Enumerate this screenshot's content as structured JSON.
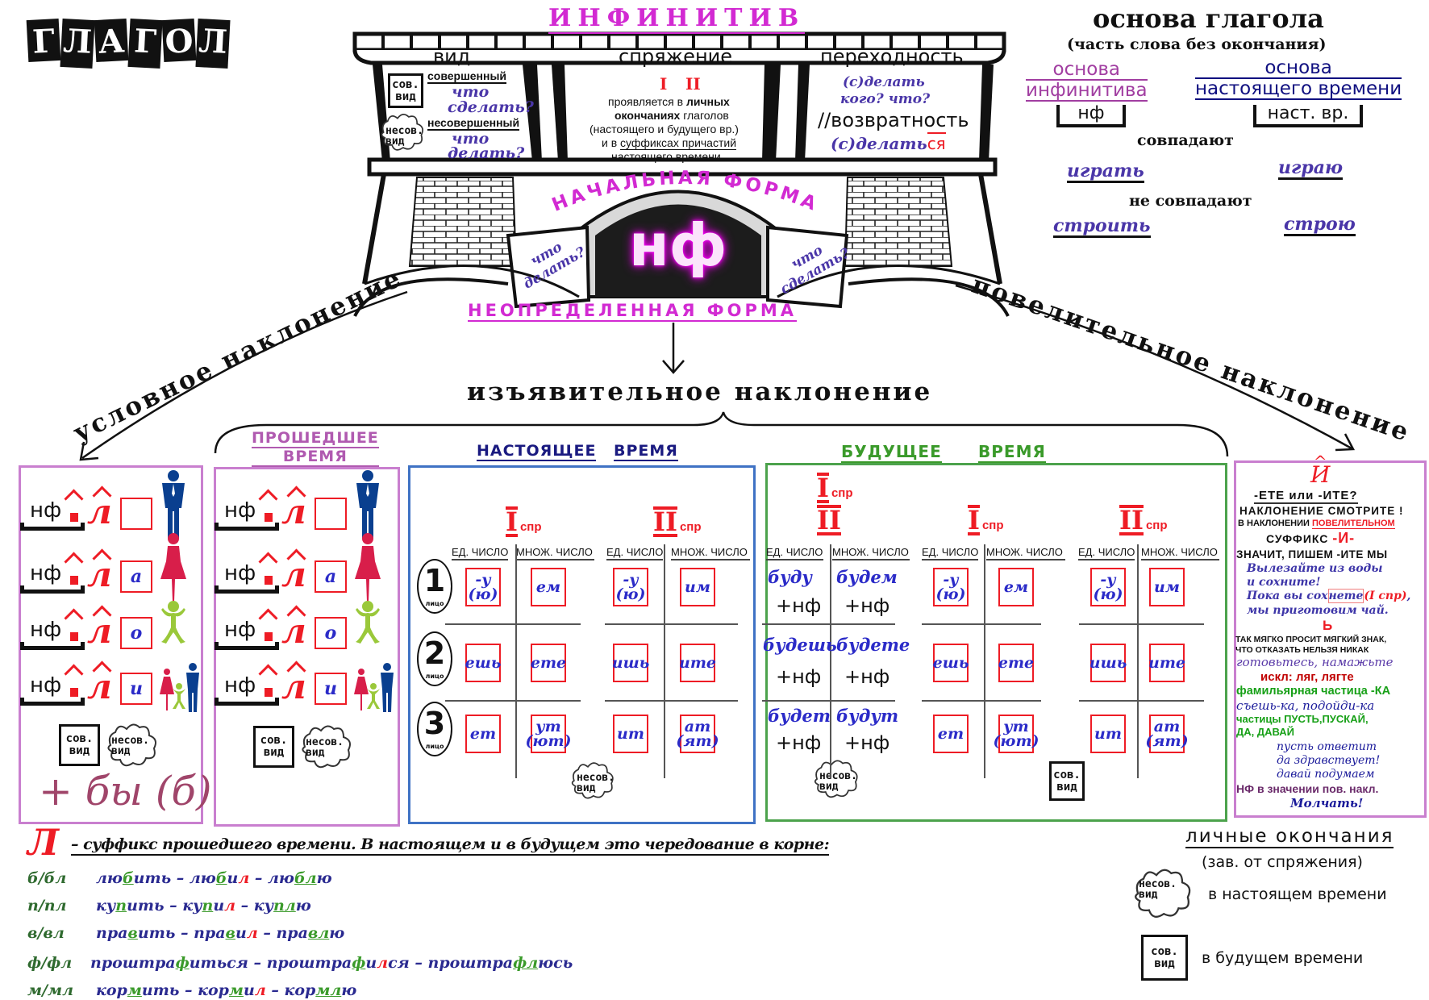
{
  "title": "ГЛАГОЛ",
  "badges": {
    "perf_1": "сов.",
    "perf_2": "вид",
    "imperf_1": "несов.",
    "imperf_2": "вид"
  },
  "infinitive": {
    "title": "ИНФИНИТИВ",
    "aspect": {
      "label": "вид",
      "perfective": "совершенный",
      "perf_q1": "что",
      "perf_q2": "сделать?",
      "imperfective": "несовершенный",
      "imperf_q1": "что",
      "imperf_q2": "делать?"
    },
    "conjugation": {
      "label": "спряжение",
      "num_1": "I",
      "num_2": "II",
      "l1a": "проявляется в",
      "l1b": "личных",
      "l2a": "окончаниях",
      "l2b": "глаголов",
      "l3": "(настоящего и будущего вр.)",
      "l4a": "и в",
      "l4b": "суффиксах причастий",
      "l5": "настоящего времени"
    },
    "transitivity": {
      "label": "переходность",
      "example": "(с)делать",
      "question": "кого? что?",
      "reflexive": "//возвратность",
      "refl_stem": "(с)делать",
      "refl_suffix": "ся"
    },
    "initial_form": "НАЧАЛЬНАЯ ФОРМА",
    "nf": "нф",
    "q_left_1": "что",
    "q_left_2": "делать?",
    "q_right_1": "что",
    "q_right_2": "сделать?",
    "indefinite_form": "НЕОПРЕДЕЛЕННАЯ ФОРМА"
  },
  "stem": {
    "title": "основа глагола",
    "subtitle": "(часть слова без окончания)",
    "inf_1": "основа",
    "inf_2": "инфинитива",
    "inf_short": "нф",
    "pres_1": "основа",
    "pres_2": "настоящего времени",
    "pres_short": "наст. вр.",
    "match": "совпадают",
    "match_inf": "играть",
    "match_pres": "играю",
    "nomatch": "не совпадают",
    "nomatch_inf": "строить",
    "nomatch_pres": "строю"
  },
  "moods": {
    "conditional": "условное наклонение",
    "indicative": "изъявительное наклонение",
    "imperative": "повелительное наклонение"
  },
  "past": {
    "label_1": "ПРОШЕДШЕЕ",
    "label_2": "ВРЕМЯ",
    "nf": "нф",
    "suffix": "л",
    "endings": [
      "",
      "а",
      "о",
      "и"
    ],
    "figures": [
      "man-icon",
      "woman-icon",
      "child-icon",
      "family-icon"
    ],
    "conditional_particle": "+ бы (б)"
  },
  "present": {
    "label_1": "НАСТОЯЩЕЕ",
    "label_2": "ВРЕМЯ",
    "persons": [
      "1",
      "2",
      "3"
    ],
    "person_label": "лицо",
    "sg": "ЕД. ЧИСЛО",
    "pl": "МНОЖ. ЧИСЛО",
    "spr": "спр",
    "groups": [
      {
        "conj": "I",
        "endings": [
          [
            {
              "m": "-у",
              "a": "(ю)"
            },
            {
              "m": "ем"
            }
          ],
          [
            {
              "m": "ешь"
            },
            {
              "m": "ете"
            }
          ],
          [
            {
              "m": "ет"
            },
            {
              "m": "ут",
              "a": "(ют)"
            }
          ]
        ]
      },
      {
        "conj": "II",
        "endings": [
          [
            {
              "m": "-у",
              "a": "(ю)"
            },
            {
              "m": "им"
            }
          ],
          [
            {
              "m": "ишь"
            },
            {
              "m": "ите"
            }
          ],
          [
            {
              "m": "ит"
            },
            {
              "m": "ат",
              "a": "(ят)"
            }
          ]
        ]
      }
    ]
  },
  "future": {
    "label_1": "БУДУЩЕЕ",
    "label_2": "ВРЕМЯ",
    "sg": "ЕД. ЧИСЛО",
    "pl": "МНОЖ. ЧИСЛО",
    "spr": "спр",
    "analytic": {
      "conj_1": "I",
      "conj_2": "II",
      "plus": "+нф",
      "forms": [
        [
          "буду",
          "будем"
        ],
        [
          "будешь",
          "будете"
        ],
        [
          "будет",
          "будут"
        ]
      ]
    },
    "groups": [
      {
        "conj": "I",
        "endings": [
          [
            {
              "m": "-у",
              "a": "(ю)"
            },
            {
              "m": "ем"
            }
          ],
          [
            {
              "m": "ешь"
            },
            {
              "m": "ете"
            }
          ],
          [
            {
              "m": "ет"
            },
            {
              "m": "ут",
              "a": "(ют)"
            }
          ]
        ]
      },
      {
        "conj": "II",
        "endings": [
          [
            {
              "m": "-у",
              "a": "(ю)"
            },
            {
              "m": "им"
            }
          ],
          [
            {
              "m": "ишь"
            },
            {
              "m": "ите"
            }
          ],
          [
            {
              "m": "ит"
            },
            {
              "m": "ат",
              "a": "(ят)"
            }
          ]
        ]
      }
    ]
  },
  "imperative": {
    "top_letter": "И",
    "q": "-ЕТЕ  или  -ИТЕ?",
    "look": "НАКЛОНЕНИЕ СМОТРИТЕ !",
    "in_mood_a": "В НАКЛОНЕНИИ",
    "in_mood_b": "ПОВЕЛИТЕЛЬНОМ",
    "suffix_a": "СУФФИКС",
    "suffix_b": "-И-",
    "so_write": "ЗНАЧИТ, ПИШЕМ  -ИТЕ  МЫ",
    "ex1": "Вылезайте  из  воды",
    "ex2": "и сохните!",
    "ex3a": "Пока  вы  сох",
    "ex3b": "нете",
    "ex3c": "(I спр)",
    "ex3d": ",",
    "ex4": "мы приготовим чай.",
    "soft_sign": "Ь",
    "rule1": "ТАК МЯГКО  ПРОСИТ МЯГКИЙ  ЗНАК,",
    "rule2": "ЧТО ОТКАЗАТЬ НЕЛЬЗЯ  НИКАК",
    "ex5": "готовьтесь, намажьте",
    "exception": "искл: ляг, лягте",
    "particle_ka": "фамильярная частица -КА",
    "ex6": "съешь-ка, подойди-ка",
    "particles_1": "частицы  ПУСТЬ,ПУСКАЙ,",
    "particles_2": "ДА, ДАВАЙ",
    "ex7": "пусть  ответит",
    "ex8": "да здравствует!",
    "ex9": "давай  подумаем",
    "nf_meaning": "НФ в значении пов. накл.",
    "ex10": "Молчать!"
  },
  "suffix_note": {
    "letter": "Л",
    "text": "– суффикс прошедшего времени. В  настоящем  и в  будущем  это чередование  в корне:",
    "rows": [
      {
        "label": "б/бл",
        "words": [
          [
            {
              "t": "лю"
            },
            {
              "t": "б",
              "c": "alt"
            },
            {
              "t": "ить"
            }
          ],
          [
            {
              "t": "лю"
            },
            {
              "t": "б",
              "c": "alt"
            },
            {
              "t": "и"
            },
            {
              "t": "л",
              "c": "suffix"
            }
          ],
          [
            {
              "t": "лю"
            },
            {
              "t": "бл",
              "c": "alt"
            },
            {
              "t": "ю"
            }
          ]
        ]
      },
      {
        "label": "п/пл",
        "words": [
          [
            {
              "t": "ку"
            },
            {
              "t": "п",
              "c": "alt"
            },
            {
              "t": "ить"
            }
          ],
          [
            {
              "t": "ку"
            },
            {
              "t": "п",
              "c": "alt"
            },
            {
              "t": "и"
            },
            {
              "t": "л",
              "c": "suffix"
            }
          ],
          [
            {
              "t": "ку"
            },
            {
              "t": "пл",
              "c": "alt"
            },
            {
              "t": "ю"
            }
          ]
        ]
      },
      {
        "label": "в/вл",
        "words": [
          [
            {
              "t": "пра"
            },
            {
              "t": "в",
              "c": "alt"
            },
            {
              "t": "ить"
            }
          ],
          [
            {
              "t": "пра"
            },
            {
              "t": "в",
              "c": "alt"
            },
            {
              "t": "и"
            },
            {
              "t": "л",
              "c": "suffix"
            }
          ],
          [
            {
              "t": "пра"
            },
            {
              "t": "вл",
              "c": "alt"
            },
            {
              "t": "ю"
            }
          ]
        ]
      },
      {
        "label": "ф/фл",
        "words": [
          [
            {
              "t": "проштра"
            },
            {
              "t": "ф",
              "c": "alt"
            },
            {
              "t": "иться"
            }
          ],
          [
            {
              "t": "проштра"
            },
            {
              "t": "ф",
              "c": "alt"
            },
            {
              "t": "и"
            },
            {
              "t": "л",
              "c": "suffix"
            },
            {
              "t": "ся"
            }
          ],
          [
            {
              "t": "проштра"
            },
            {
              "t": "фл",
              "c": "alt"
            },
            {
              "t": "юсь"
            }
          ]
        ]
      },
      {
        "label": "м/мл",
        "words": [
          [
            {
              "t": "кор"
            },
            {
              "t": "м",
              "c": "alt"
            },
            {
              "t": "ить"
            }
          ],
          [
            {
              "t": "кор"
            },
            {
              "t": "м",
              "c": "alt"
            },
            {
              "t": "и"
            },
            {
              "t": "л",
              "c": "suffix"
            }
          ],
          [
            {
              "t": "кор"
            },
            {
              "t": "мл",
              "c": "alt"
            },
            {
              "t": "ю"
            }
          ]
        ]
      }
    ]
  },
  "legend": {
    "title": "личные  окончания",
    "subtitle": "(зав. от спряжения)",
    "imperf": "в настоящем времени",
    "perf": "в будущем  времени"
  },
  "colors": {
    "red": "#ee1c25",
    "magenta": "#d22ad2",
    "navy": "#1a1a80",
    "purple_frame": "#c97fcf",
    "blue_frame": "#3f72c4",
    "green_frame": "#4ca24c"
  }
}
